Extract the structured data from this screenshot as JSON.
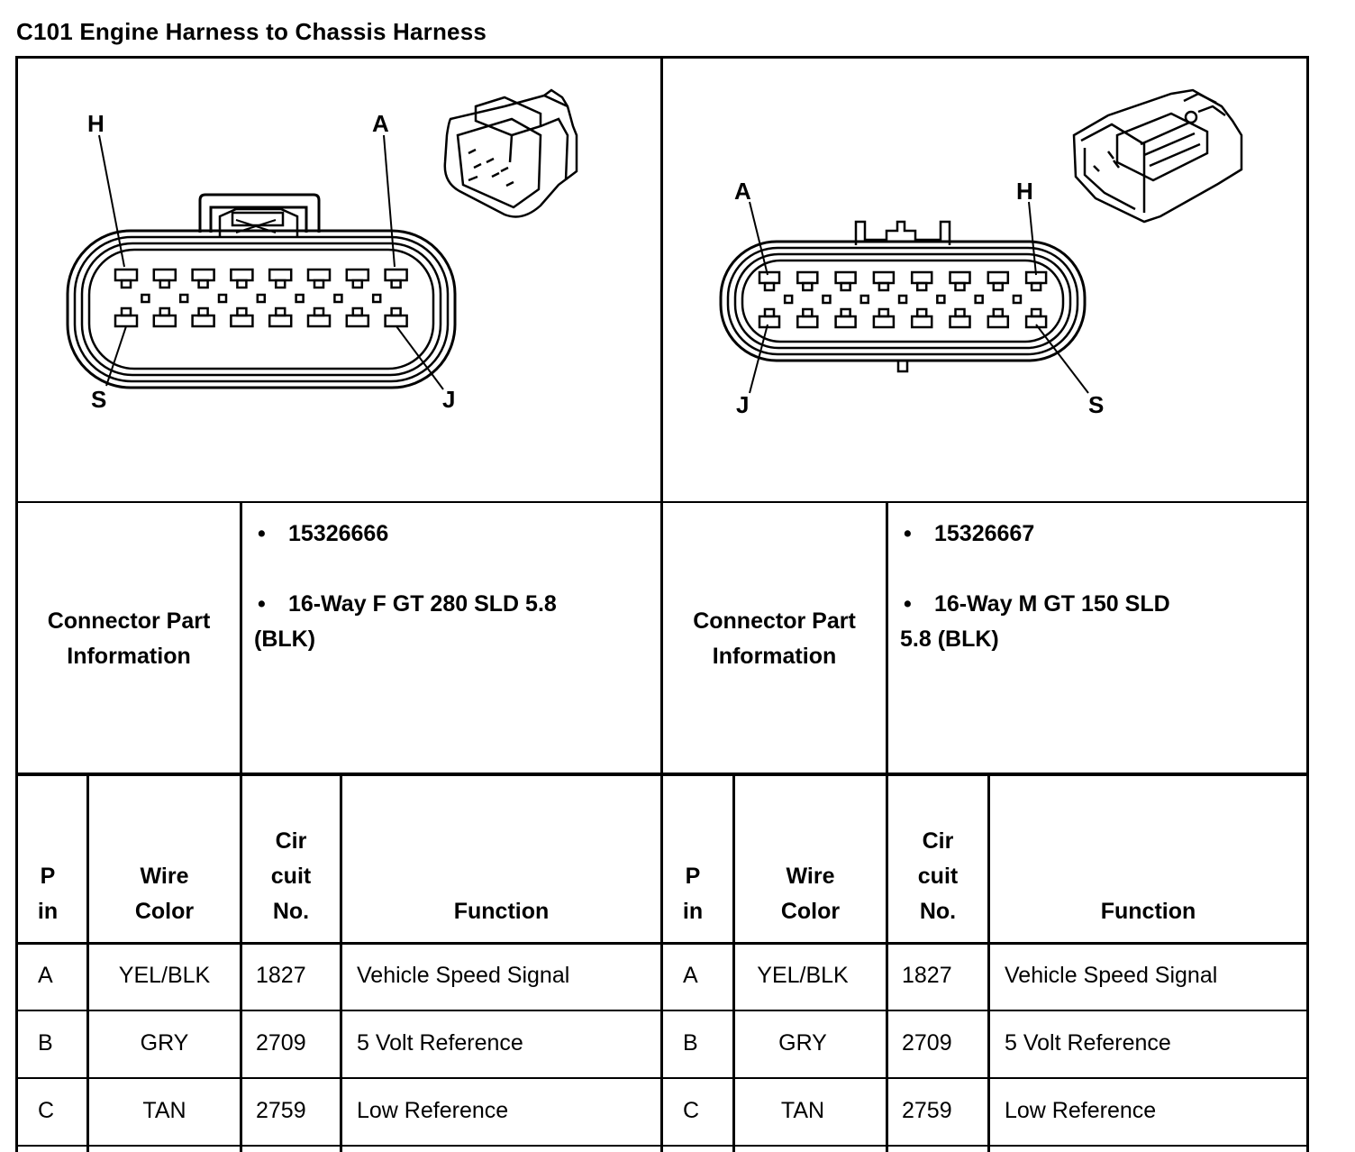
{
  "title": "C101 Engine Harness to Chassis Harness",
  "connectors": [
    {
      "side": "left",
      "pin_labels": {
        "top_left": "H",
        "top_right": "A",
        "bottom_left": "S",
        "bottom_right": "J"
      },
      "info_label_line1": "Connector Part",
      "info_label_line2": "Information",
      "part_number": "15326666",
      "description_line1": "16-Way F GT 280 SLD 5.8",
      "description_line2": "(BLK)",
      "headers": {
        "pin_1": "P",
        "pin_2": "in",
        "wire_1": "Wire",
        "wire_2": "Color",
        "circuit_1": "Cir",
        "circuit_2": "cuit",
        "circuit_3": "No.",
        "function": "Function"
      },
      "rows": [
        {
          "pin": "A",
          "wire": "YEL/BLK",
          "circuit": "1827",
          "function": "Vehicle Speed Signal"
        },
        {
          "pin": "B",
          "wire": "GRY",
          "circuit": "2709",
          "function": "5 Volt Reference"
        },
        {
          "pin": "C",
          "wire": "TAN",
          "circuit": "2759",
          "function": "Low Reference"
        }
      ]
    },
    {
      "side": "right",
      "pin_labels": {
        "top_left": "A",
        "top_right": "H",
        "bottom_left": "J",
        "bottom_right": "S"
      },
      "info_label_line1": "Connector Part",
      "info_label_line2": "Information",
      "part_number": "15326667",
      "description_line1": "16-Way M GT 150 SLD",
      "description_line2": "5.8 (BLK)",
      "headers": {
        "pin_1": "P",
        "pin_2": "in",
        "wire_1": "Wire",
        "wire_2": "Color",
        "circuit_1": "Cir",
        "circuit_2": "cuit",
        "circuit_3": "No.",
        "function": "Function"
      },
      "rows": [
        {
          "pin": "A",
          "wire": "YEL/BLK",
          "circuit": "1827",
          "function": "Vehicle Speed Signal"
        },
        {
          "pin": "B",
          "wire": "GRY",
          "circuit": "2709",
          "function": "5 Volt Reference"
        },
        {
          "pin": "C",
          "wire": "TAN",
          "circuit": "2759",
          "function": "Low Reference"
        }
      ]
    }
  ],
  "bullet_symbol": "•"
}
